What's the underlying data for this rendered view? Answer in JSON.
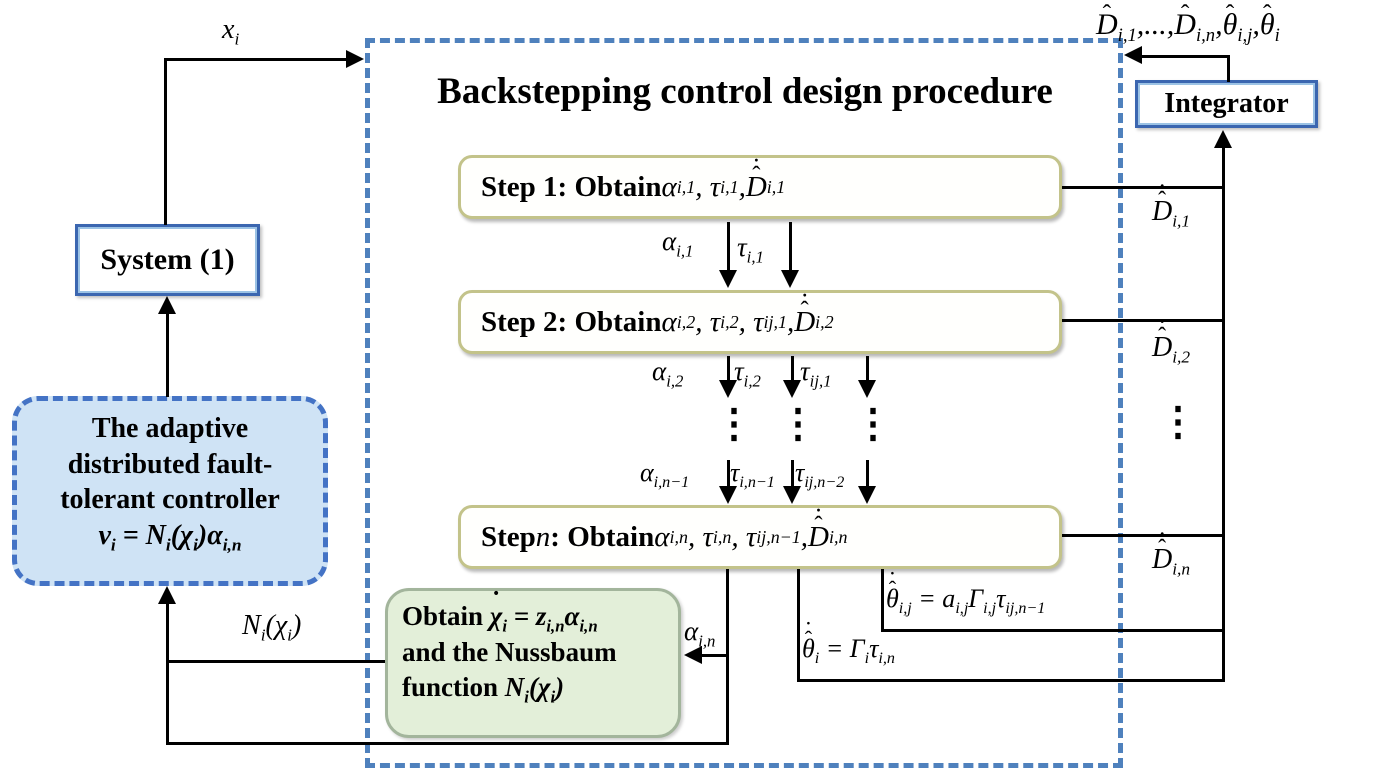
{
  "title": "Backstepping control design procedure",
  "boxes": {
    "system": "System (1)",
    "integrator": "Integrator",
    "controller": {
      "line1": "The adaptive",
      "line2": "distributed fault-",
      "line3": "tolerant controller",
      "equation": "v_{i} = N_{i}(χ_{i})α_{i,n}"
    },
    "step1": "!{Step 1: Obtain } α_{i,1} , τ_{i,1} , ~{D}_{i,1}",
    "step2": "!{Step 2: Obtain } α_{i,2} , τ_{i,2} , τ_{ij,1} , ~{D}_{i,2}",
    "stepn": "!{Step }n!{: Obtain } α_{i,n} , τ_{i,n} , τ_{ij,n−1} , ~{D}_{i,n}",
    "nussbaum": {
      "line1": "!{Obtain } .{χ}_{i} = z_{i,n}α_{i,n}",
      "line2": "!{and the Nussbaum}",
      "line3": "!{function } N_{i}(χ_{i})"
    }
  },
  "labels": {
    "x_i": "x_{i}",
    "integrator_output": "#{D}_{i,1},...,#{D}_{i,n},#{θ}_{i,j},#{θ}_{i}",
    "alpha_i1": "α_{i,1}",
    "tau_i1": "τ_{i,1}",
    "alpha_i2": "α_{i,2}",
    "tau_i2": "τ_{i,2}",
    "tau_ij1": "τ_{ij,1}",
    "alpha_in_minus1": "α_{i,n−1}",
    "tau_in_minus1": "τ_{i,n−1}",
    "tau_ijn_minus2": "τ_{ij,n−2}",
    "alpha_in": "α_{i,n}",
    "nussbaum_output": "N_{i}(χ_{i})",
    "D_i1": "~{D}_{i,1}",
    "D_i2": "~{D}_{i,2}",
    "dots_vertical": "⋮",
    "D_in": "~{D}_{i,n}",
    "theta_ij_equation": "~{θ}_{i,j} = a_{i,j}Γ_{i,j}τ_{ij,n−1}",
    "theta_i_equation": "~{θ}_{i} = Γ_{i}τ_{i,n}"
  },
  "colors": {
    "dashed_blue": "#4f81bd",
    "box_border_blue": "#3b66b0",
    "controller_fill": "#cfe3f5",
    "step_border_olive": "#c3c38a",
    "green_fill": "#e3efd9",
    "green_border": "#a3b59c",
    "line_black": "#000000"
  }
}
